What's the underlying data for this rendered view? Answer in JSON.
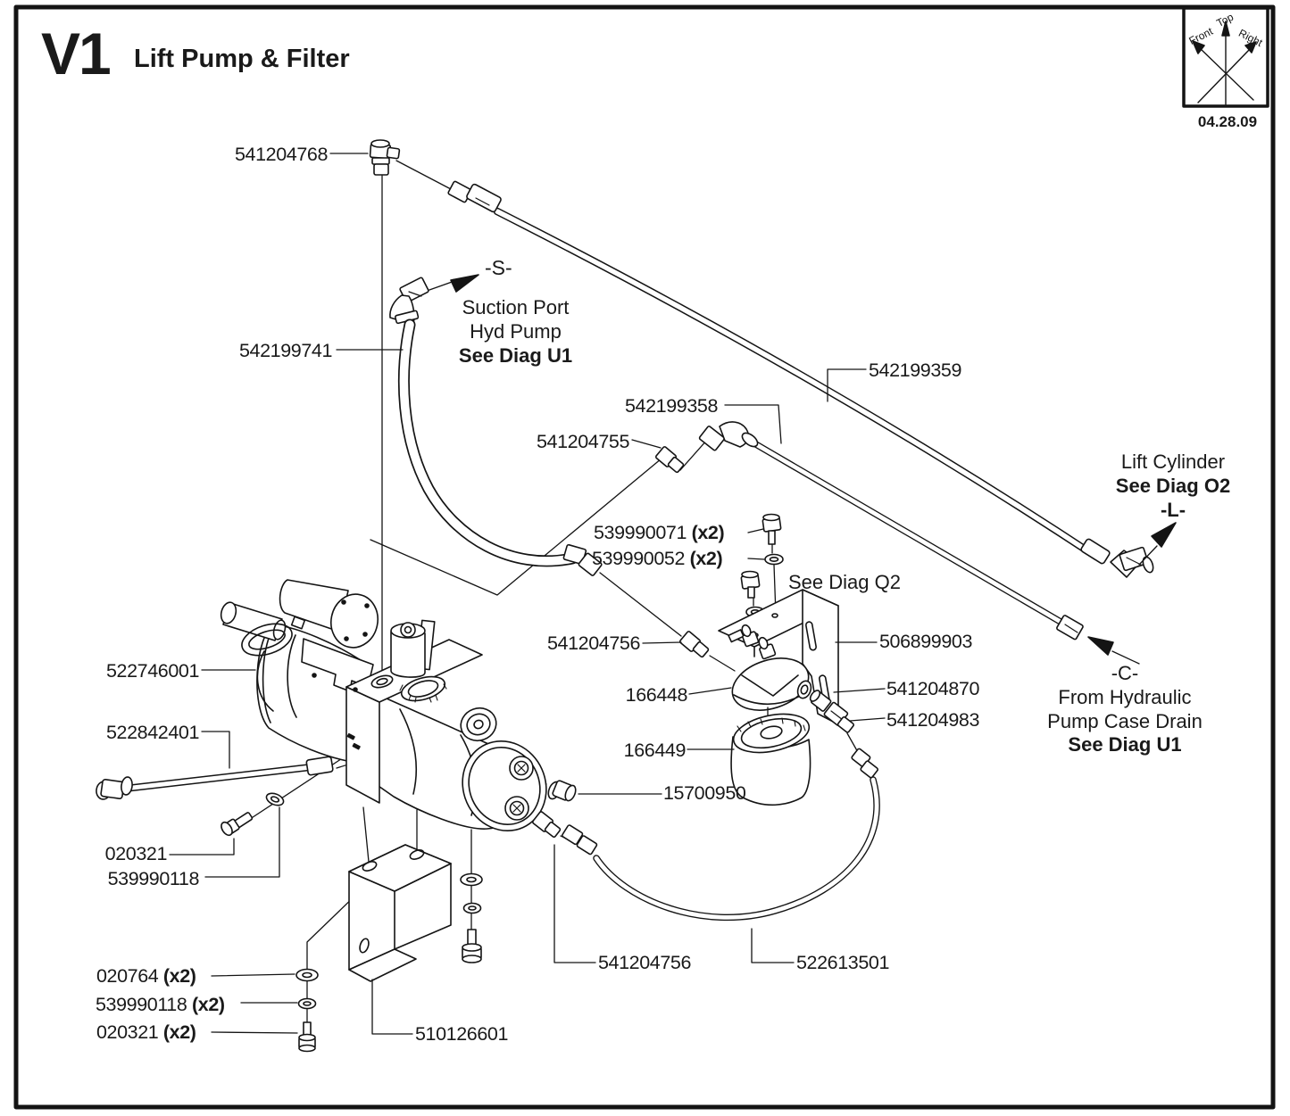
{
  "header": {
    "code": "V1",
    "title": "Lift Pump & Filter",
    "date": "04.28.09"
  },
  "compass": {
    "top": "Top",
    "front": "Front",
    "right": "Right"
  },
  "callouts": {
    "suction": {
      "marker": "-S-",
      "line1": "Suction Port",
      "line2": "Hyd Pump",
      "line3": "See Diag U1"
    },
    "lift": {
      "line1": "Lift Cylinder",
      "line2": "See Diag O2",
      "marker": "-L-"
    },
    "q2": {
      "text": "See Diag Q2"
    },
    "case_drain": {
      "marker": "-C-",
      "line1": "From Hydraulic",
      "line2": "Pump Case Drain",
      "line3": "See Diag U1"
    }
  },
  "labels": [
    {
      "part": "541204768"
    },
    {
      "part": "542199741"
    },
    {
      "part": "542199359"
    },
    {
      "part": "542199358"
    },
    {
      "part": "541204755"
    },
    {
      "part": "539990071",
      "qty": "(x2)"
    },
    {
      "part": "539990052",
      "qty": "(x2)"
    },
    {
      "part": "541204756"
    },
    {
      "part": "506899903"
    },
    {
      "part": "522746001"
    },
    {
      "part": "166448"
    },
    {
      "part": "541204870"
    },
    {
      "part": "541204983"
    },
    {
      "part": "522842401"
    },
    {
      "part": "166449"
    },
    {
      "part": "15700950"
    },
    {
      "part": "020321"
    },
    {
      "part": "539990118"
    },
    {
      "part": "020764",
      "qty": "(x2)"
    },
    {
      "part": "539990118",
      "qty": "(x2)"
    },
    {
      "part": "020321",
      "qty": "(x2)"
    },
    {
      "part": "510126601"
    },
    {
      "part": "541204756"
    },
    {
      "part": "522613501"
    }
  ]
}
